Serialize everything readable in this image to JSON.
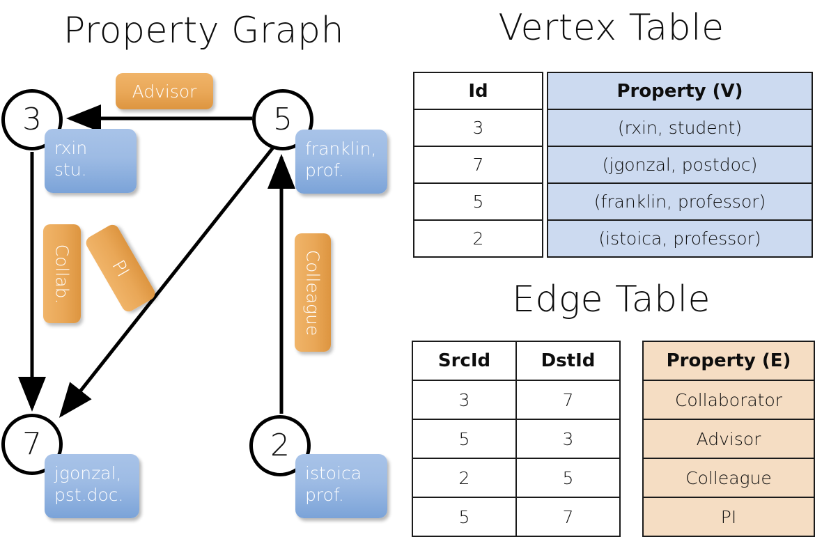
{
  "titles": {
    "property_graph": "Property Graph",
    "vertex_table": "Vertex Table",
    "edge_table": "Edge Table"
  },
  "graph": {
    "nodes": [
      {
        "id": "3",
        "label": "3",
        "property": "rxin\nstu."
      },
      {
        "id": "5",
        "label": "5",
        "property": "franklin,\nprof."
      },
      {
        "id": "7",
        "label": "7",
        "property": "jgonzal,\npst.doc."
      },
      {
        "id": "2",
        "label": "2",
        "property": "istoica\nprof."
      }
    ],
    "edge_labels": [
      {
        "name": "advisor",
        "text": "Advisor"
      },
      {
        "name": "collab",
        "text": "Collab."
      },
      {
        "name": "pi",
        "text": "PI"
      },
      {
        "name": "colleague",
        "text": "Colleague"
      }
    ]
  },
  "vertex_table": {
    "headers": [
      "Id",
      "Property (V)"
    ],
    "rows": [
      {
        "id": "3",
        "property": "(rxin, student)"
      },
      {
        "id": "7",
        "property": "(jgonzal, postdoc)"
      },
      {
        "id": "5",
        "property": "(franklin, professor)"
      },
      {
        "id": "2",
        "property": "(istoica, professor)"
      }
    ]
  },
  "edge_table": {
    "headers": [
      "SrcId",
      "DstId",
      "Property (E)"
    ],
    "rows": [
      {
        "src": "3",
        "dst": "7",
        "property": "Collaborator"
      },
      {
        "src": "5",
        "dst": "3",
        "property": "Advisor"
      },
      {
        "src": "2",
        "dst": "5",
        "property": "Colleague"
      },
      {
        "src": "5",
        "dst": "7",
        "property": "PI"
      }
    ]
  },
  "colors": {
    "vertex_property_fill": "#ccdaf0",
    "edge_property_fill": "#f5ddc3",
    "node_box_blue": "#9dbbe4",
    "relation_orange": "#e9a757",
    "stroke": "#000000"
  }
}
